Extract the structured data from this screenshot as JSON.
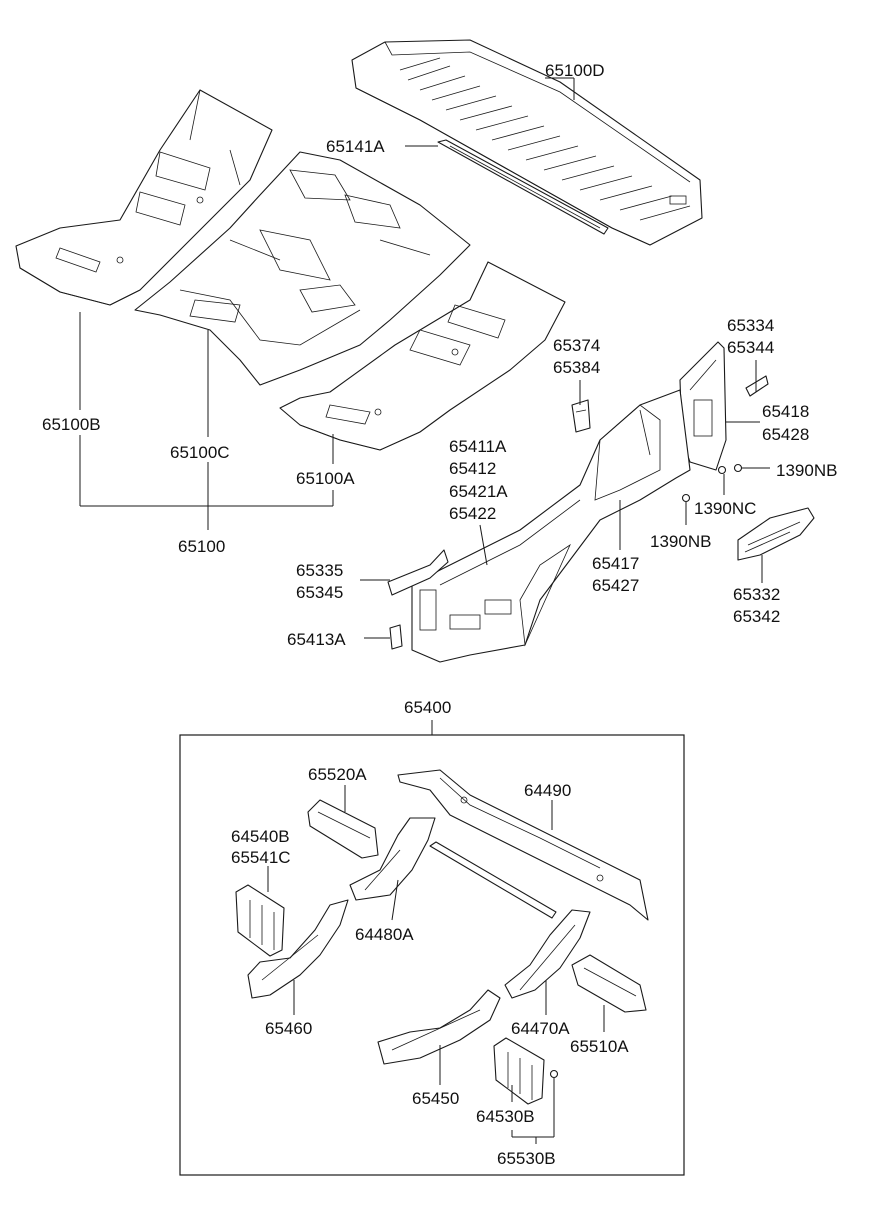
{
  "labels": {
    "p65100D": "65100D",
    "p65141A": "65141A",
    "p65100B": "65100B",
    "p65100C": "65100C",
    "p65100A": "65100A",
    "p65100": "65100",
    "p65374": "65374",
    "p65384": "65384",
    "p65334": "65334",
    "p65344": "65344",
    "p65418": "65418",
    "p65428": "65428",
    "p1390NB_a": "1390NB",
    "p1390NC": "1390NC",
    "p1390NB_b": "1390NB",
    "p65411A": "65411A",
    "p65412": "65412",
    "p65421A": "65421A",
    "p65422": "65422",
    "p65417": "65417",
    "p65427": "65427",
    "p65332": "65332",
    "p65342": "65342",
    "p65335": "65335",
    "p65345": "65345",
    "p65413A": "65413A",
    "p65400": "65400",
    "p65520A": "65520A",
    "p64490": "64490",
    "p64540B": "64540B",
    "p65541C": "65541C",
    "p64480A": "64480A",
    "p65460": "65460",
    "p64470A": "64470A",
    "p65510A": "65510A",
    "p65450": "65450",
    "p64530B": "64530B",
    "p65530B": "65530B"
  }
}
